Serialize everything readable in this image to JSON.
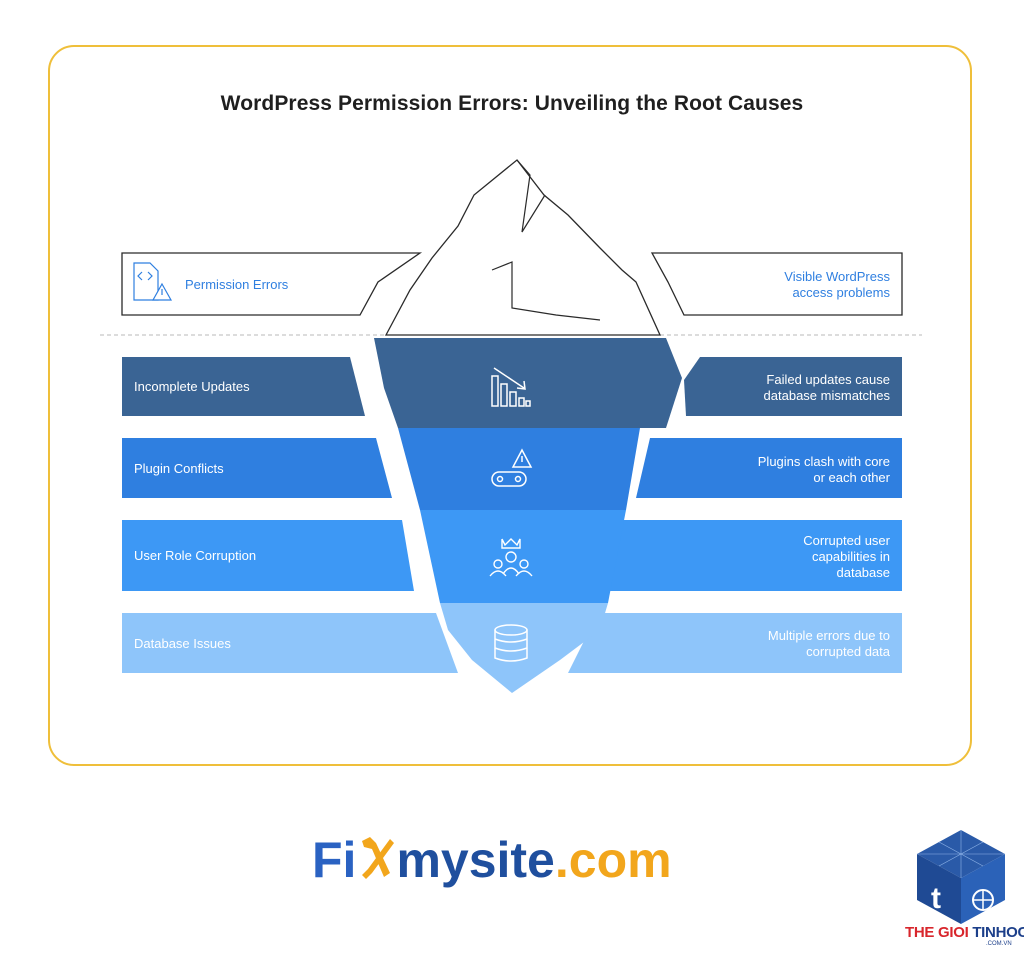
{
  "title": "WordPress Permission Errors: Unveiling the Root Causes",
  "top_layer": {
    "label": "Permission Errors",
    "description": "Visible WordPress\naccess problems",
    "icon": "code-file-warning-icon"
  },
  "layers": [
    {
      "label": "Incomplete Updates",
      "description": "Failed updates cause\ndatabase mismatches",
      "icon": "declining-chart-icon",
      "color": "#3a6494"
    },
    {
      "label": "Plugin Conflicts",
      "description": "Plugins clash with core\nor each other",
      "icon": "plugin-warning-icon",
      "color": "#2f7fe0"
    },
    {
      "label": "User Role Corruption",
      "description": "Corrupted user\ncapabilities in\ndatabase",
      "icon": "user-group-crown-icon",
      "color": "#3d98f5"
    },
    {
      "label": "Database Issues",
      "description": "Multiple errors due to\ncorrupted data",
      "icon": "database-icon",
      "color": "#8ec5fa"
    }
  ],
  "logo": {
    "part1": "Fi",
    "part2": "mysite",
    "part3": ".com"
  },
  "watermark": {
    "text1": "THE GIOI",
    "text2": "TINHOC",
    "sub": ".COM.VN"
  }
}
